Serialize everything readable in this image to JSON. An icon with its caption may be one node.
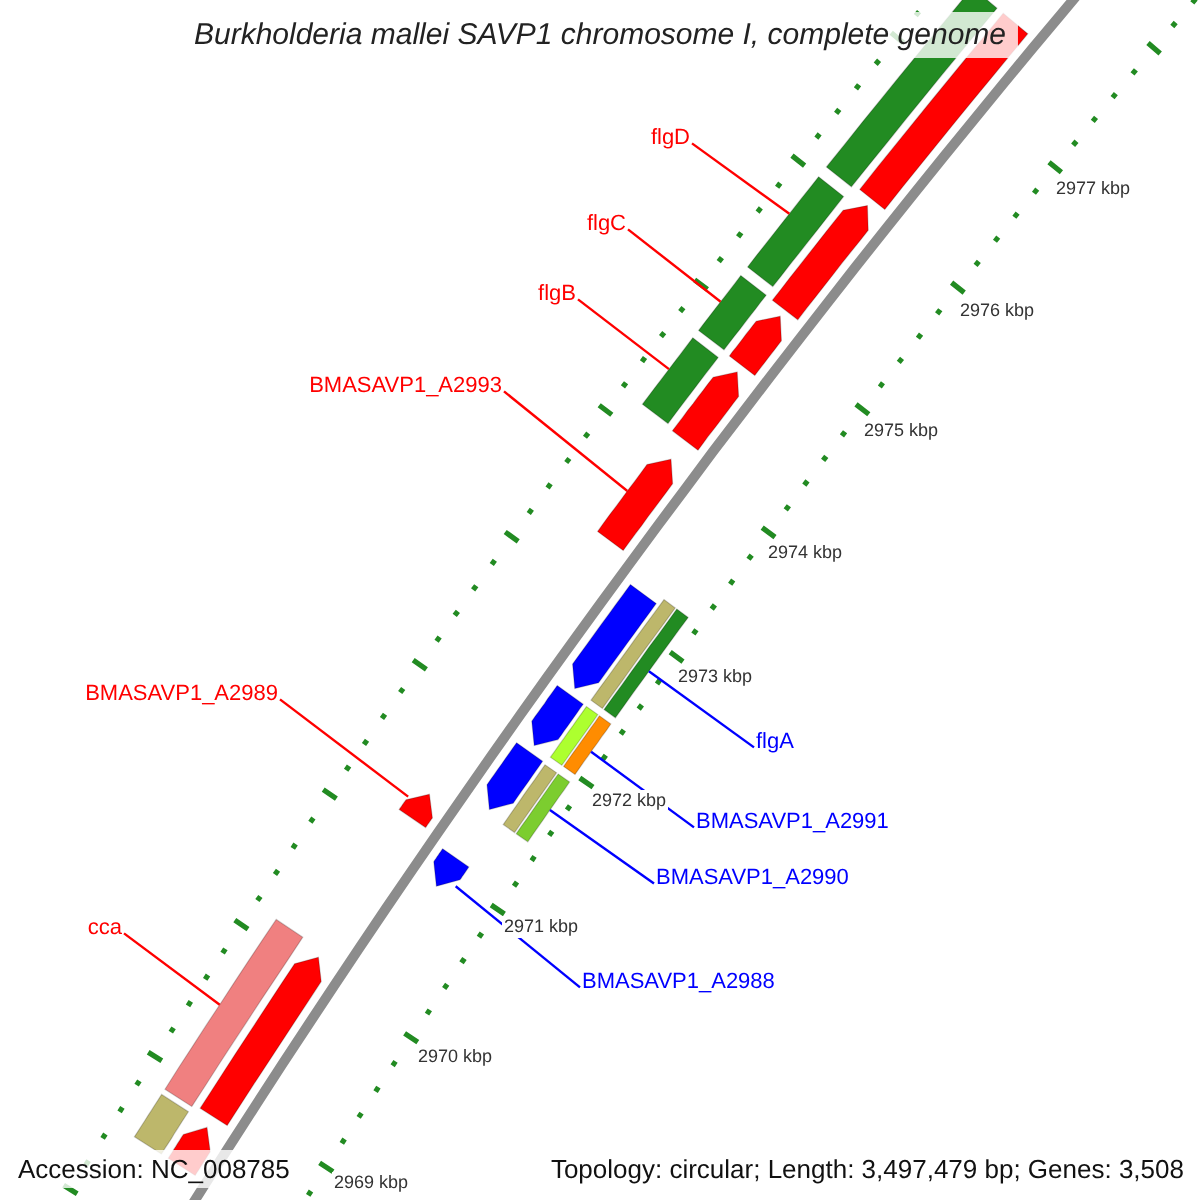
{
  "diagram": {
    "title": "Burkholderia mallei SAVP1 chromosome I, complete genome",
    "nodes": [
      {
        "text": [
          "flgD"
        ]
      },
      {
        "text": [],
        "shape": "bar"
      },
      {
        "text": [
          "flgC"
        ]
      },
      {
        "text": [],
        "shape": "bar"
      },
      {
        "text": [
          "flgB"
        ]
      },
      {
        "text": [],
        "shape": "bar"
      },
      {
        "text": [
          "BMASAVP1_A2993"
        ]
      },
      {
        "text": [],
        "shape": "bar"
      },
      {
        "text": [
          "BMASAVP1_A2989"
        ]
      },
      {
        "text": [],
        "shape": "bar"
      },
      {
        "text": [
          "flgA"
        ]
      },
      {
        "text": [],
        "shape": "bar"
      },
      {
        "text": [
          "BMASAVP1_A2991"
        ]
      },
      {
        "text": [],
        "shape": "bar"
      },
      {
        "text": [
          "BMASAVP1_A2990"
        ]
      },
      {
        "text": [],
        "shape": "bar"
      },
      {
        "text": [
          "cca"
        ]
      },
      {
        "text": [],
        "shape": "bar"
      },
      {
        "text": [
          "BMASAVP1_A2988"
        ]
      },
      {
        "text": [],
        "shape": "bar"
      },
      {
        "text": [],
        "shape": "bar"
      },
      {
        "text": [],
        "shape": "bar"
      },
      {
        "text": [],
        "shape": "bar"
      },
      {
        "text": [],
        "shape": "bar"
      },
      {
        "text": [],
        "shape": "bar"
      },
      {
        "text": [],
        "shape": "bar"
      },
      {
        "text": [],
        "shape": "bar"
      },
      {
        "text": [],
        "shape": "bar"
      },
      {
        "text": [],
        "shape": "bar"
      },
      {
        "text": [],
        "shape": "bar"
      },
      {
        "text": [],
        "shape": "bar"
      }
    ],
    "edges": [
      {
        "from": 0,
        "to": 1,
        "arrow": "none"
      },
      {
        "from": 2,
        "to": 3,
        "arrow": "none"
      },
      {
        "from": 4,
        "to": 5,
        "arrow": "none"
      },
      {
        "from": 6,
        "to": 7,
        "arrow": "none"
      },
      {
        "from": 8,
        "to": 9,
        "arrow": "none"
      },
      {
        "from": 10,
        "to": 11,
        "arrow": "none",
        "color": "#0000ff"
      },
      {
        "from": 12,
        "to": 13,
        "arrow": "none",
        "color": "#0000ff"
      },
      {
        "from": 14,
        "to": 15,
        "arrow": "none",
        "color": "#0000ff"
      },
      {
        "from": 16,
        "to": 17,
        "arrow": "none"
      },
      {
        "from": 18,
        "to": 19,
        "arrow": "none",
        "color": "#0000ff"
      }
    ],
    "labels": [
      "2977 kbp",
      "2976 kbp",
      "2975 kbp",
      "2974 kbp",
      "2973 kbp",
      "2972 kbp",
      "2971 kbp",
      "2970 kbp",
      "2969 kbp",
      "Accession: NC_008785",
      "Topology: circular; Length: 3,497,479 bp; Genes: 3,508"
    ]
  }
}
